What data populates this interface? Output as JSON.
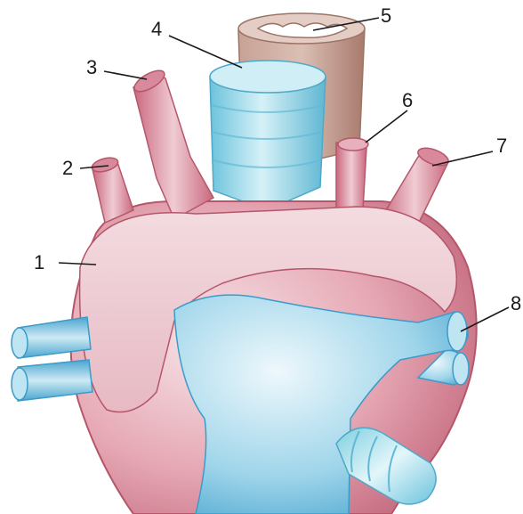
{
  "labels": {
    "l1": "1",
    "l2": "2",
    "l3": "3",
    "l4": "4",
    "l5": "5",
    "l6": "6",
    "l7": "7",
    "l8": "8"
  },
  "colors": {
    "artery": "#d9808f",
    "artery_dark": "#b5566a",
    "artery_light": "#f4dde2",
    "vein": "#7cc5e3",
    "vein_dark": "#3b9cc9",
    "vein_light": "#e7f5fb",
    "trachea": "#8fd8e6",
    "esophagus": "#c8a79b",
    "esophagus_dark": "#9c7466"
  }
}
